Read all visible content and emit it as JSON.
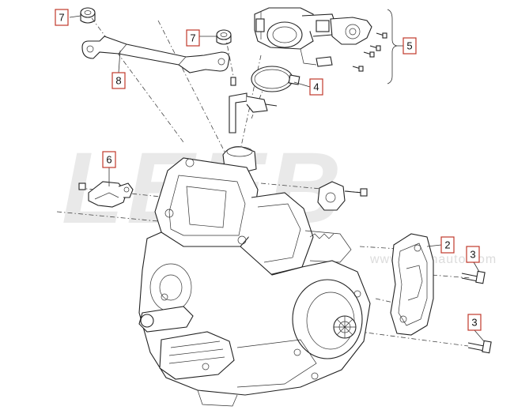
{
  "watermark": {
    "brand_text": "LEEB",
    "url_text": "www.leebnauto.com"
  },
  "callouts": [
    {
      "id": "callout-7a",
      "label": "7"
    },
    {
      "id": "callout-7b",
      "label": "7"
    },
    {
      "id": "callout-8",
      "label": "8"
    },
    {
      "id": "callout-4",
      "label": "4"
    },
    {
      "id": "callout-5",
      "label": "5"
    },
    {
      "id": "callout-6",
      "label": "6"
    },
    {
      "id": "callout-2",
      "label": "2"
    },
    {
      "id": "callout-3a",
      "label": "3"
    },
    {
      "id": "callout-3b",
      "label": "3"
    }
  ],
  "colors": {
    "callout_border": "#c0392b",
    "line_art": "#222222",
    "watermark": "#e9e9e9"
  }
}
